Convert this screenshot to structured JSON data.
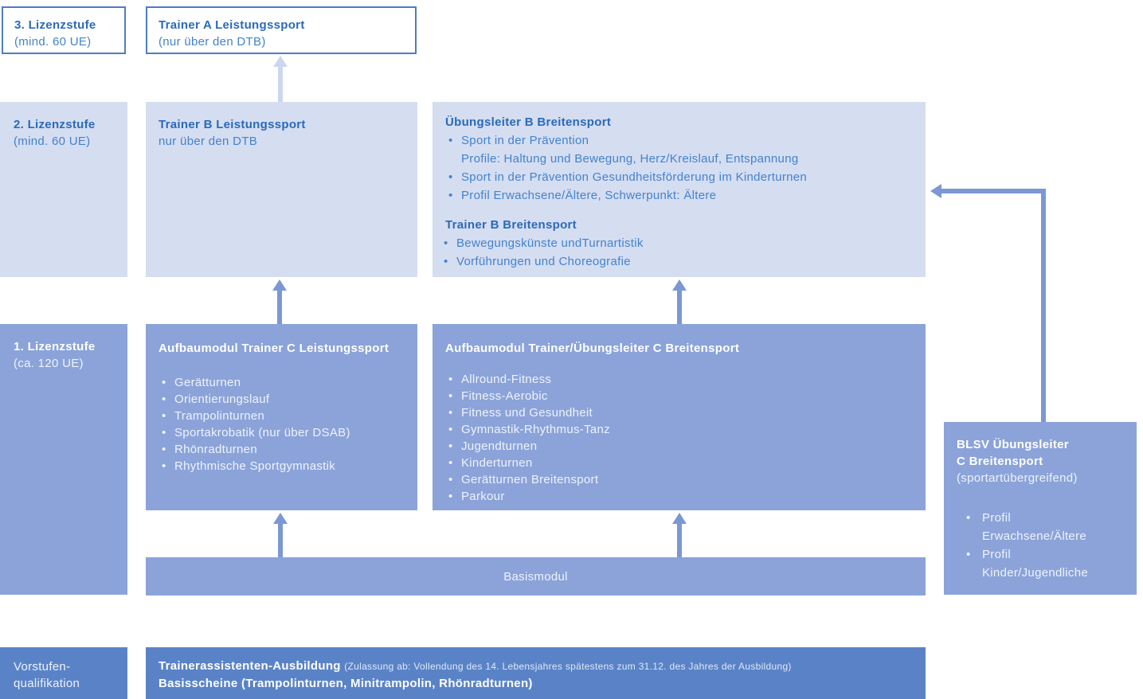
{
  "palette": {
    "light_box": "#d5ddf1",
    "medium_box": "#8ba3d9",
    "dark_box": "#5a83c7",
    "outline_box_border": "#4d7dbf",
    "heading_text": "#2a6ab8",
    "body_text": "#4383cb",
    "arrow_light": "#ccd6ef",
    "arrow_medium": "#7b98d2",
    "white_text": "#ffffff"
  },
  "levels": {
    "level3_title": "3. Lizenzstufe",
    "level3_sub": "(mind. 60 UE)",
    "level2_title": "2. Lizenzstufe",
    "level2_sub": "(mind. 60 UE)",
    "level1_title": "1. Lizenzstufe",
    "level1_sub": "(ca. 120 UE)",
    "vorstufe_line1": "Vorstufen-",
    "vorstufe_line2": "qualifikation"
  },
  "trainer_a": {
    "title": "Trainer A Leistungssport",
    "sub": "(nur über den DTB)"
  },
  "trainer_b": {
    "title": "Trainer B Leistungssport",
    "sub": "nur über den DTB"
  },
  "uebungsleiter_b": {
    "title": "Übungsleiter B Breitensport",
    "items": [
      {
        "text": "Sport in der Prävention",
        "sub": "Profile: Haltung und Bewegung, Herz/Kreislauf, Entspannung"
      },
      {
        "text": "Sport in der Prävention Gesundheitsförderung im Kinderturnen"
      },
      {
        "text": "Profil Erwachsene/Ältere, Schwerpunkt: Ältere"
      }
    ],
    "title2": "Trainer B Breitensport",
    "items2": [
      {
        "text": "Bewegungskünste undTurnartistik"
      },
      {
        "text": "Vorführungen und Choreografie"
      }
    ]
  },
  "aufbau_leistungssport": {
    "title": "Aufbaumodul Trainer C Leistungssport",
    "items": [
      "Gerätturnen",
      "Orientierungslauf",
      "Trampolinturnen",
      "Sportakrobatik (nur über DSAB)",
      "Rhönradturnen",
      "Rhythmische Sportgymnastik"
    ]
  },
  "aufbau_breitensport": {
    "title": "Aufbaumodul Trainer/Übungsleiter C Breitensport",
    "items": [
      "Allround-Fitness",
      "Fitness-Aerobic",
      "Fitness und Gesundheit",
      "Gymnastik-Rhythmus-Tanz",
      "Jugendturnen",
      "Kinderturnen",
      "Gerätturnen Breitensport",
      "Parkour"
    ]
  },
  "blsv": {
    "title_line1": "BLSV Übungsleiter",
    "title_line2": "C Breitensport",
    "sub": "(sportartübergreifend)",
    "items": [
      {
        "line1": "Profil",
        "line2": "Erwachsene/Ältere"
      },
      {
        "line1": "Profil",
        "line2": "Kinder/Jugendliche"
      }
    ]
  },
  "basismodul": {
    "label": "Basismodul"
  },
  "vorstufen_bar": {
    "line1_bold": "Trainerassistenten-Ausbildung",
    "line1_small": "(Zulassung ab: Vollendung des 14. Lebensjahres spätestens zum 31.12. des Jahres der Ausbildung)",
    "line2": "Basisscheine (Trampolinturnen, Minitrampolin, Rhönradturnen)"
  }
}
